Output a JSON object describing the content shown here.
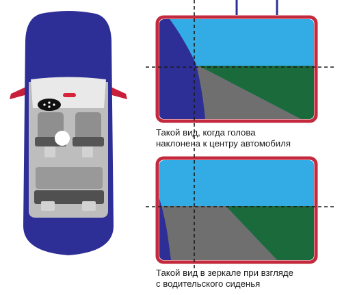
{
  "captions": {
    "head_tilted": {
      "line1": "Такой вид, когда голова",
      "line2": "наклонена к центру автомобиля"
    },
    "driver_seat": {
      "line1": "Такой вид в зеркале при взгляде",
      "line2": "с водительского сиденья"
    }
  },
  "colors": {
    "car_body": "#2e2f96",
    "car_interior": "#bdbdbd",
    "mirror_frame": "#c32a3d",
    "side_mirror": "#c8203a",
    "sky": "#33ace6",
    "road": "#6f6f6f",
    "grass": "#1b6a3c",
    "guide_line": "#1a1a1a"
  },
  "icons": {
    "driver_head": "white-circle",
    "steering_wheel": "black-ellipse"
  }
}
